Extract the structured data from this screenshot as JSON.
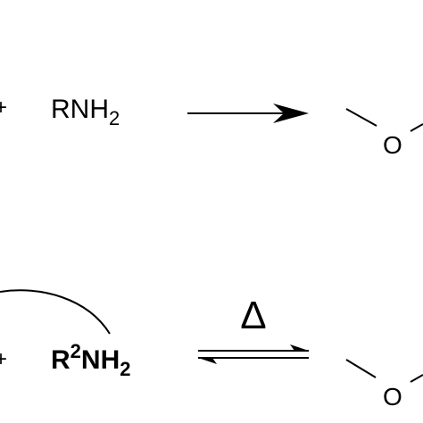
{
  "reaction_top": {
    "plus": "+",
    "amine": {
      "base": "RNH",
      "subscript": "2"
    },
    "product_atom": "O"
  },
  "reaction_bottom": {
    "plus": "+",
    "amine": {
      "prefix": "R",
      "superscript": "2",
      "middle": "NH",
      "subscript": "2"
    },
    "condition": "Δ",
    "product_atom": "O"
  }
}
